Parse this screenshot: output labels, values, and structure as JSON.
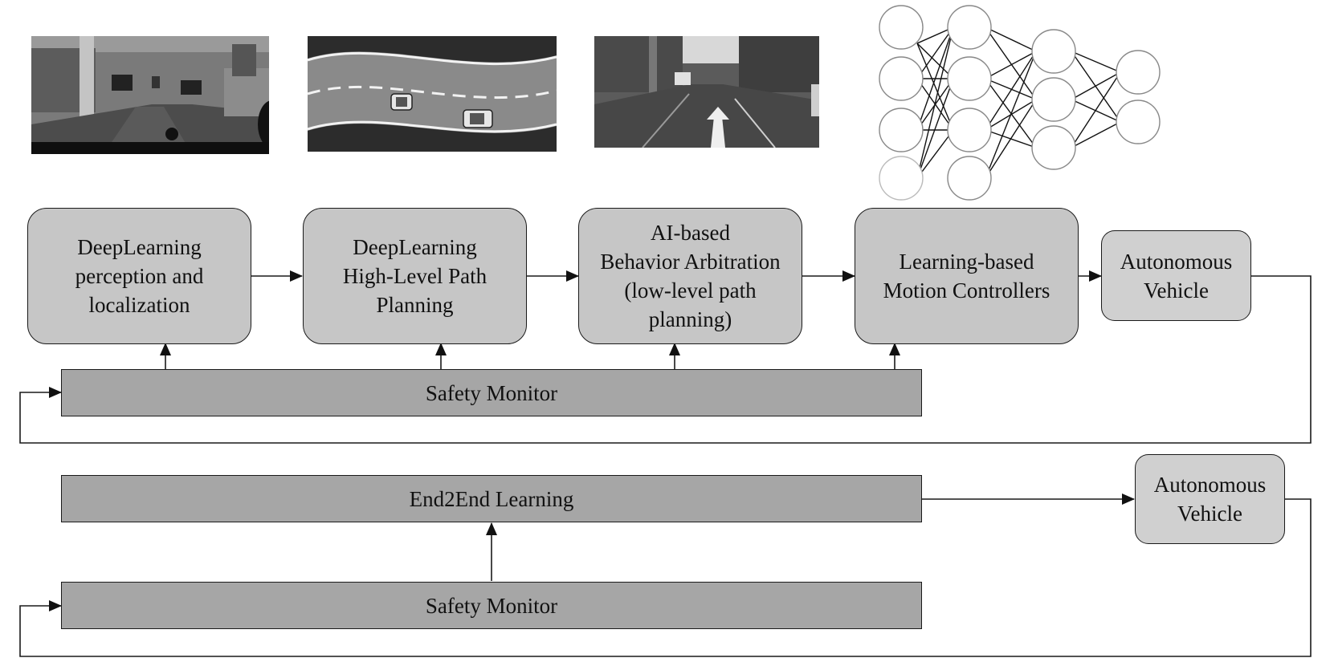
{
  "stages": [
    {
      "id": "perception",
      "label": "DeepLearning\nperception and\nlocalization"
    },
    {
      "id": "high-level-planning",
      "label": "DeepLearning\nHigh-Level Path\nPlanning"
    },
    {
      "id": "behavior-arbitration",
      "label": "AI-based\nBehavior Arbitration\n(low-level path\nplanning)"
    },
    {
      "id": "motion-controllers",
      "label": "Learning-based\nMotion Controllers"
    }
  ],
  "vehicle_top": {
    "label": "Autonomous\nVehicle"
  },
  "safety_top": {
    "label": "Safety Monitor"
  },
  "end2end": {
    "label": "End2End Learning"
  },
  "vehicle_bottom": {
    "label": "Autonomous\nVehicle"
  },
  "safety_bottom": {
    "label": "Safety Monitor"
  },
  "thumbnails": [
    {
      "id": "semantic-segmentation-thumbnail",
      "icon": "street-scene-icon"
    },
    {
      "id": "road-lanes-thumbnail",
      "icon": "highway-cars-icon"
    },
    {
      "id": "road-arrow-thumbnail",
      "icon": "road-photo-icon"
    },
    {
      "id": "neural-network-thumbnail",
      "icon": "neural-network-icon"
    }
  ],
  "colors": {
    "stage_fill": "#c6c6c6",
    "bar_fill": "#a6a6a6",
    "vehicle_fill": "#d0d0d0",
    "line": "#1a1a1a"
  }
}
